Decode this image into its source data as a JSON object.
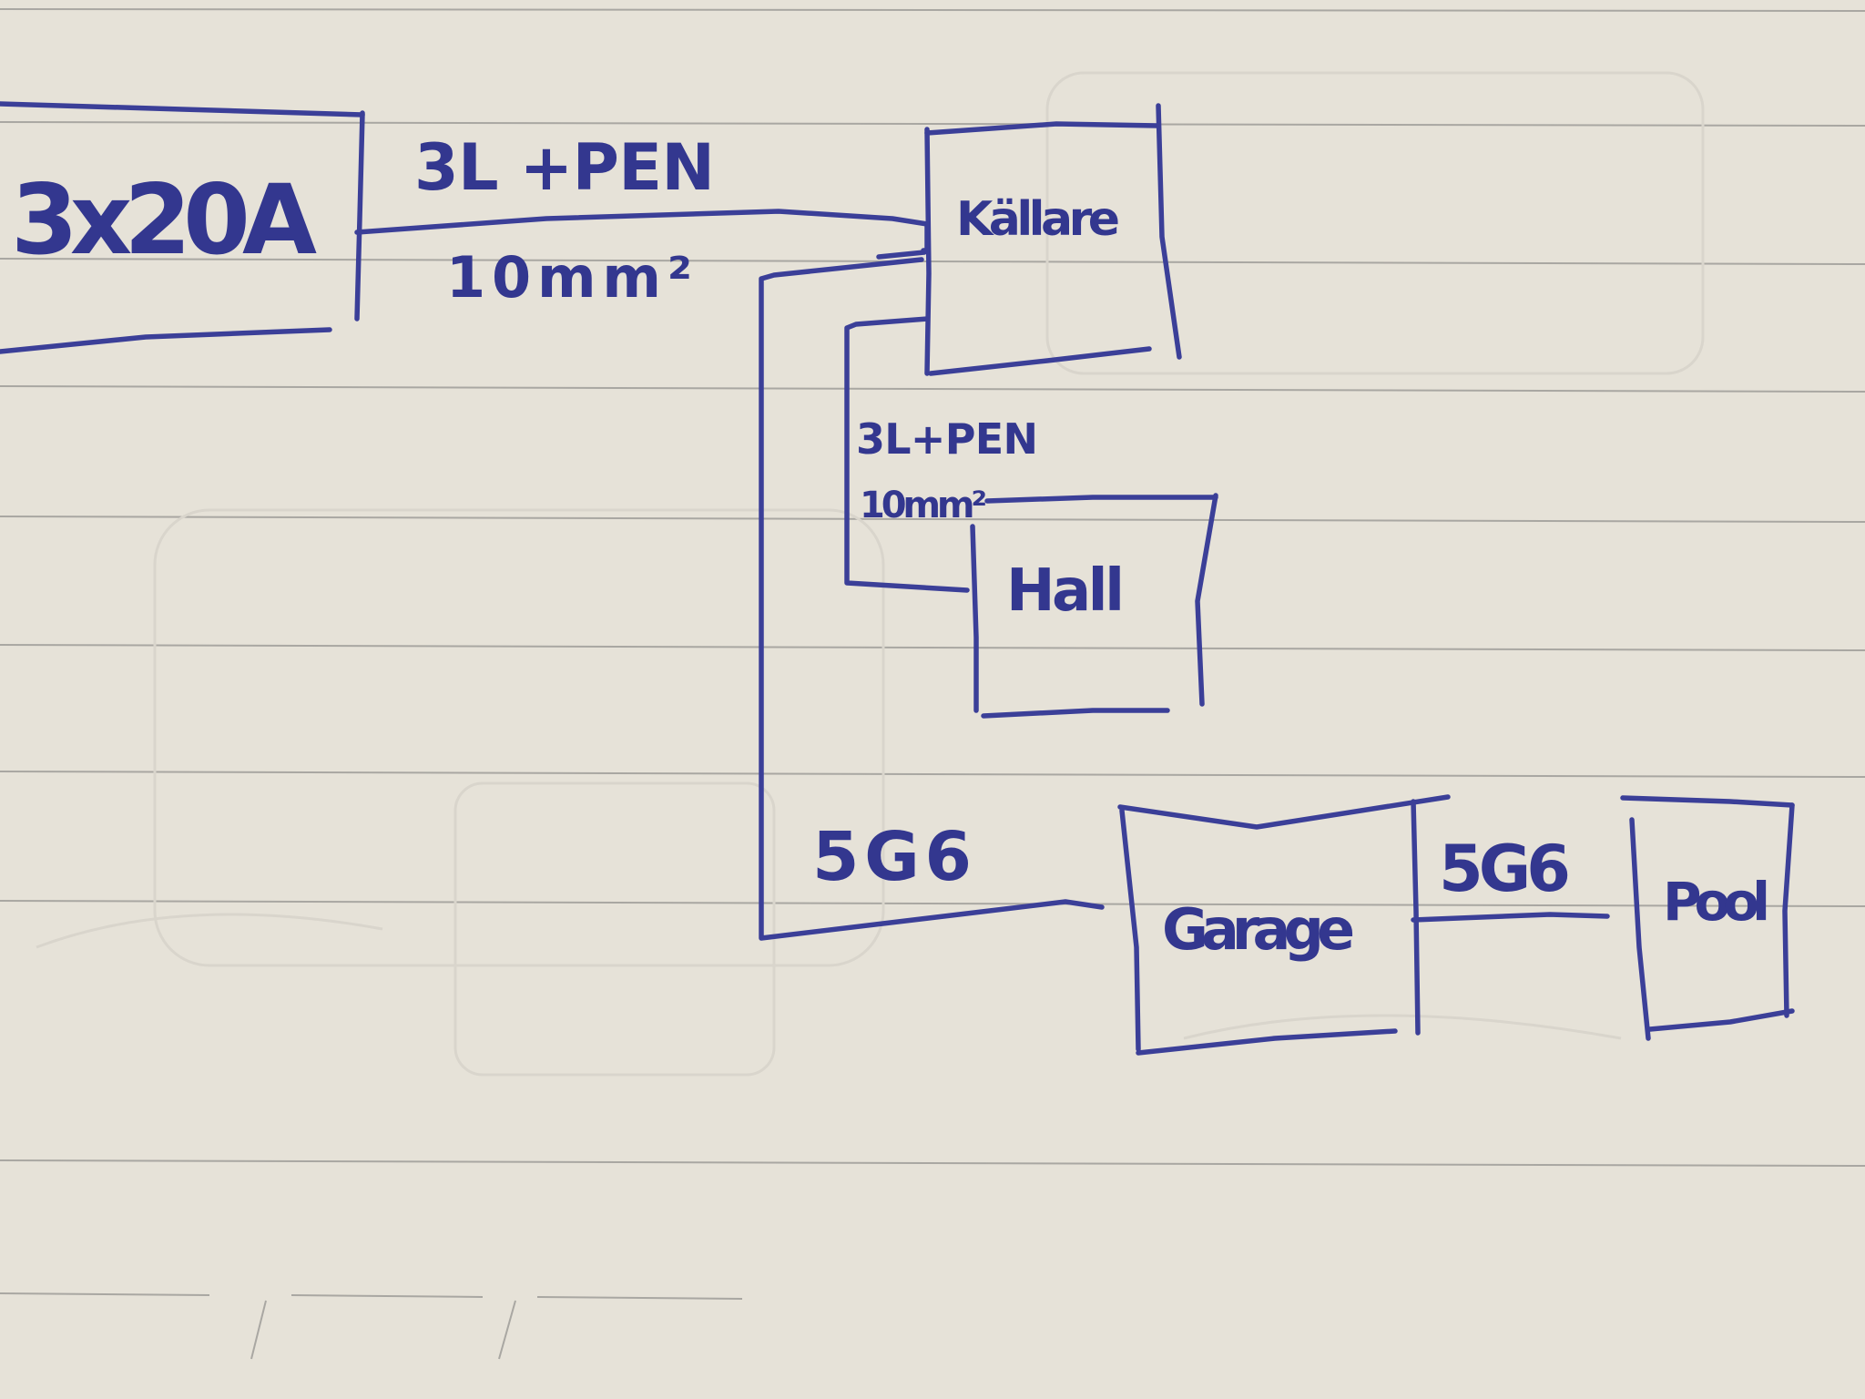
{
  "diagram": {
    "ink_color": "#3b3f98",
    "paper_color": "#e6e2d8",
    "nodes": {
      "supply": {
        "label": "3x20A"
      },
      "kallare": {
        "label": "Källare"
      },
      "hall": {
        "label": "Hall"
      },
      "garage": {
        "label": "Garage"
      },
      "pool": {
        "label": "Pool"
      }
    },
    "edges": {
      "supply_to_kallare": {
        "conductors": "3L +PEN",
        "area": "10mm²"
      },
      "kallare_to_hall": {
        "conductors": "3L+PEN",
        "area": "10mm²"
      },
      "kallare_to_garage": {
        "cable": "5G6"
      },
      "garage_to_pool": {
        "cable": "5G6"
      }
    }
  }
}
